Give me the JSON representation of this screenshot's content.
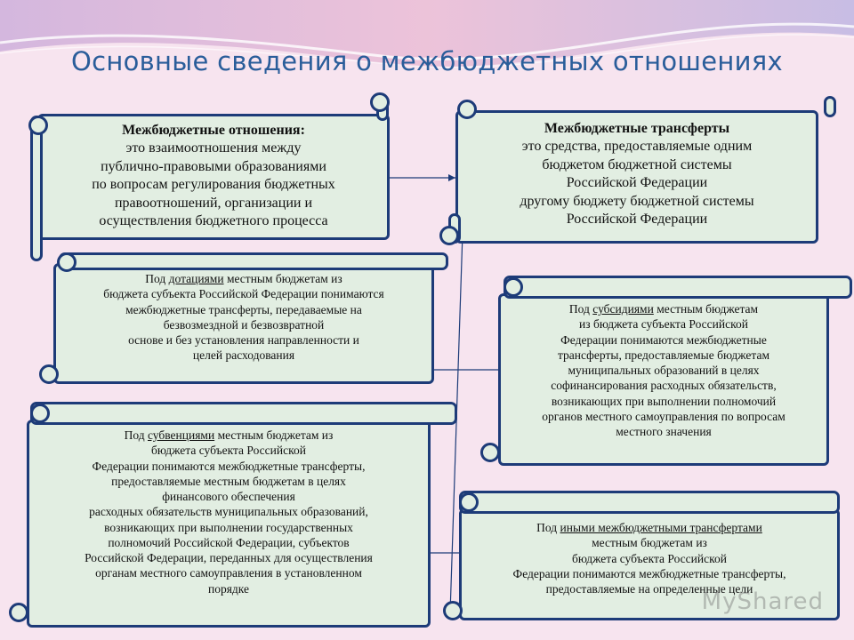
{
  "title": "Основные сведения о межбюджетных отношениях",
  "boxes": {
    "relations": {
      "head": "Межбюджетные отношения:",
      "lines": [
        "это взаимоотношения между",
        "публично-правовыми образованиями",
        "по вопросам регулирования бюджетных",
        "правоотношений, организации и",
        "осуществления бюджетного процесса"
      ]
    },
    "transfers": {
      "head": "Межбюджетные трансферты",
      "lines": [
        "это средства, предоставляемые одним",
        "бюджетом бюджетной системы",
        "Российской Федерации",
        "другому бюджету бюджетной системы",
        "Российской Федерации"
      ]
    },
    "grants": {
      "pre": "Под ",
      "term": "дотациями",
      "post": " местным бюджетам из",
      "lines": [
        "бюджета субъекта Российской Федерации понимаются",
        "межбюджетные трансферты, передаваемые на",
        "безвозмездной и безвозвратной",
        "основе и без установления направленности и",
        "целей расходования"
      ]
    },
    "subsidies": {
      "pre": "Под ",
      "term": "субсидиями",
      "post": " местным бюджетам",
      "lines": [
        "из бюджета субъекта Российской",
        "Федерации понимаются межбюджетные",
        "трансферты, предоставляемые бюджетам",
        "муниципальных образований в целях",
        "софинансирования расходных обязательств,",
        "возникающих при выполнении полномочий",
        "органов местного самоуправления по вопросам",
        "местного значения"
      ]
    },
    "subventions": {
      "pre": "Под ",
      "term": "субвенциями",
      "post": " местным бюджетам из",
      "lines": [
        "бюджета субъекта Российской",
        "Федерации понимаются межбюджетные трансферты,",
        "предоставляемые местным бюджетам в целях",
        "финансового обеспечения",
        "расходных обязательств муниципальных образований,",
        "возникающих при выполнении государственных",
        "полномочий Российской Федерации, субъектов",
        "Российской Федерации, переданных для осуществления",
        "органам местного самоуправления в установленном",
        "порядке"
      ]
    },
    "other": {
      "pre": "Под ",
      "term": "иными межбюджетными трансфертами",
      "post": "",
      "lines": [
        "местным бюджетам из",
        "бюджета субъекта Российской",
        "Федерации понимаются межбюджетные трансферты,",
        "предоставляемые на определенные цели"
      ]
    }
  },
  "watermark": "MyShared",
  "colors": {
    "border": "#1d3b78",
    "fill": "#e2eee2",
    "title": "#2a5d9a",
    "background": "#f7e4ef"
  }
}
